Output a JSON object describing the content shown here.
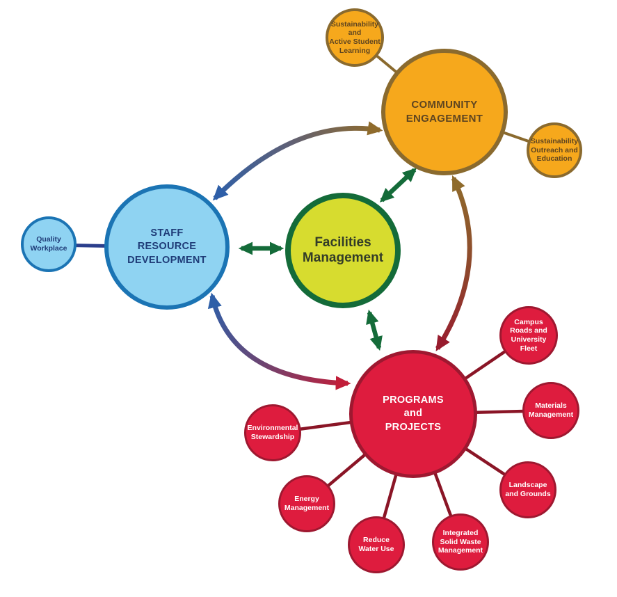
{
  "colors": {
    "orange-fill": "#F6A81C",
    "orange-border": "#8A6A2E",
    "orange-text": "#5F4520",
    "blue-fill": "#8FD3F2",
    "blue-border": "#1B74B4",
    "blue-text": "#1F3C78",
    "blue-line": "#2B3E8C",
    "green-fill": "#D7DC2F",
    "green-border": "#146B39",
    "green-text": "#333C28",
    "red-fill": "#DE1C3E",
    "red-border": "#9E1830",
    "red-line": "#8A1526",
    "red-text": "#FFFFFF",
    "arrow-blue": "#2E5FA8",
    "arrow-brown": "#8F6B2C",
    "arrow-maroon": "#981C2E",
    "arrow-crimson": "#C11D39"
  },
  "nodes": {
    "facilities": {
      "label": "Facilities\nManagement"
    },
    "staff": {
      "label": "STAFF\nRESOURCE\nDEVELOPMENT"
    },
    "community": {
      "label": "COMMUNITY\nENGAGEMENT"
    },
    "programs": {
      "label": "PROGRAMS\nand\nPROJECTS"
    },
    "quality_workplace": {
      "label": "Quality\nWorkplace"
    },
    "sustainability_active_student_learning": {
      "label": "Sustainability\nand\nActive Student\nLearning"
    },
    "sustainability_outreach_education": {
      "label": "Sustainability\nOutreach and\nEducation"
    },
    "campus_roads_university_fleet": {
      "label": "Campus\nRoads and\nUniversity\nFleet"
    },
    "materials_management": {
      "label": "Materials\nManagement"
    },
    "landscape_grounds": {
      "label": "Landscape\nand Grounds"
    },
    "integrated_solid_waste": {
      "label": "Integrated\nSolid Waste\nManagement"
    },
    "reduce_water_use": {
      "label": "Reduce\nWater Use"
    },
    "energy_management": {
      "label": "Energy\nManagement"
    },
    "environmental_stewardship": {
      "label": "Environmental\nStewardship"
    }
  },
  "edges": [
    {
      "from": "staff",
      "to": "facilities",
      "type": "bidirectional-arrow-green"
    },
    {
      "from": "community",
      "to": "facilities",
      "type": "bidirectional-arrow-green"
    },
    {
      "from": "programs",
      "to": "facilities",
      "type": "bidirectional-arrow-green"
    },
    {
      "from": "staff",
      "to": "community",
      "type": "bidirectional-curved-arrow-gradient"
    },
    {
      "from": "community",
      "to": "programs",
      "type": "bidirectional-curved-arrow-gradient"
    },
    {
      "from": "staff",
      "to": "programs",
      "type": "bidirectional-curved-arrow-gradient"
    },
    {
      "from": "quality_workplace",
      "to": "staff",
      "type": "line"
    },
    {
      "from": "sustainability_active_student_learning",
      "to": "community",
      "type": "line"
    },
    {
      "from": "sustainability_outreach_education",
      "to": "community",
      "type": "line"
    },
    {
      "from": "campus_roads_university_fleet",
      "to": "programs",
      "type": "line"
    },
    {
      "from": "materials_management",
      "to": "programs",
      "type": "line"
    },
    {
      "from": "landscape_grounds",
      "to": "programs",
      "type": "line"
    },
    {
      "from": "integrated_solid_waste",
      "to": "programs",
      "type": "line"
    },
    {
      "from": "reduce_water_use",
      "to": "programs",
      "type": "line"
    },
    {
      "from": "energy_management",
      "to": "programs",
      "type": "line"
    },
    {
      "from": "environmental_stewardship",
      "to": "programs",
      "type": "line"
    }
  ]
}
